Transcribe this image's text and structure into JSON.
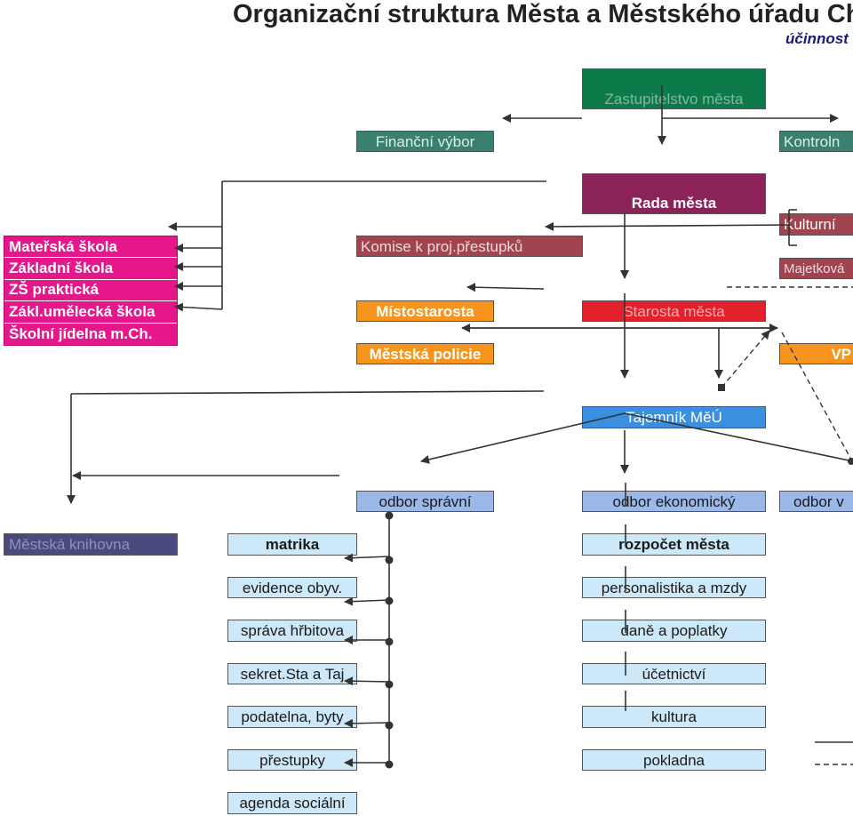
{
  "header": {
    "title": "Organizační struktura Města a Městského úřadu Ch",
    "subtitle": "účinnost"
  },
  "boards": {
    "council": "Zastupitelstvo města",
    "finance_committee": "Finanční výbor",
    "control_committee": "Kontroln",
    "city_board": "Rada města",
    "offence_commission": "Komise k proj.přestupků",
    "culture": "Kulturní",
    "property": "Majetková",
    "deputy_mayor": "Místostarosta",
    "mayor": "Starosta města",
    "city_police": "Městská policie",
    "vp": "VP",
    "secretary": "Tajemník MěÚ"
  },
  "schools": [
    "Mateřská škola",
    "Základní škola",
    "ZŠ praktická",
    "Zákl.umělecká škola",
    "Školní jídelna m.Ch."
  ],
  "library": "Městská knihovna",
  "departments": {
    "admin": {
      "label": "odbor správní",
      "items": [
        "matrika",
        "evidence obyv.",
        "správa hřbitova",
        "sekret.Sta a Taj",
        "podatelna, byty",
        "přestupky",
        "agenda sociální"
      ]
    },
    "economic": {
      "label": "odbor ekonomický",
      "items": [
        "rozpočet města",
        "personalistika a mzdy",
        "daně a poplatky",
        "účetnictví",
        "kultura",
        "pokladna"
      ]
    },
    "third": {
      "label": "odbor v"
    }
  },
  "colors": {
    "council_green": "#0d7a4a",
    "finance_teal": "#3a8070",
    "board_maroon": "#8b2358",
    "offence_maroon": "#a04450",
    "school_pink": "#e6178a",
    "deputy_orange": "#f7941d",
    "mayor_red": "#e4202d",
    "secretary_blue": "#3b8fe0",
    "library_navy": "#4a4a7e",
    "dept_blue": "#9bb8e8",
    "item_blue": "#cde8f8"
  }
}
